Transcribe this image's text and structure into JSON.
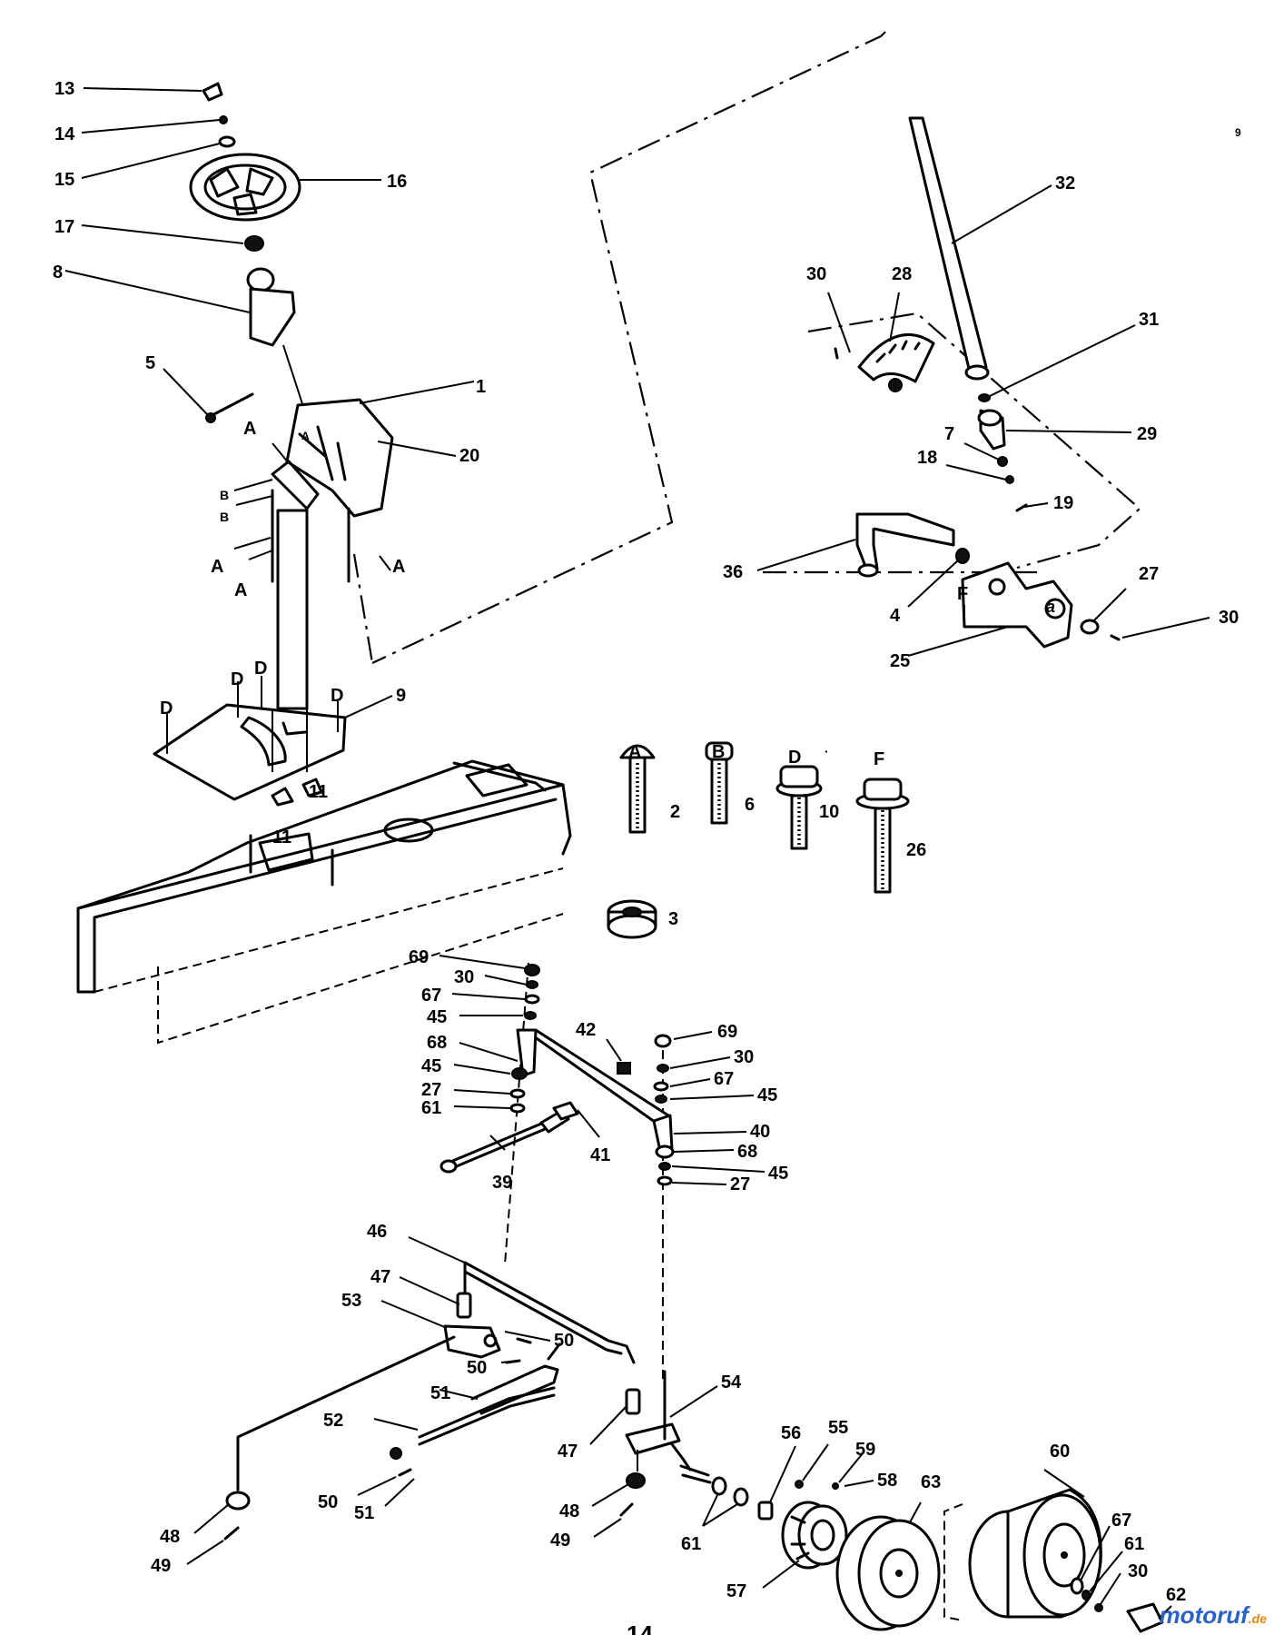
{
  "callouts": {
    "c13": "13",
    "c14": "14",
    "c15": "15",
    "c16": "16",
    "c17": "17",
    "c8": "8",
    "c5": "5",
    "c1": "1",
    "c20": "20",
    "c9": "9",
    "c11a": "11",
    "c11b": "11",
    "c32": "32",
    "c30a": "30",
    "c28": "28",
    "c31": "31",
    "c7": "7",
    "c29": "29",
    "c18": "18",
    "c19": "19",
    "c36": "36",
    "c4": "4",
    "c27a": "27",
    "c30b": "30",
    "c25": "25",
    "c2": "2",
    "c6": "6",
    "c10": "10",
    "c26": "26",
    "c3": "3",
    "c69a": "69",
    "c30c": "30",
    "c67a": "67",
    "c45a": "45",
    "c68a": "68",
    "c45b": "45",
    "c27b": "27",
    "c61a": "61",
    "c42": "42",
    "c69b": "69",
    "c30d": "30",
    "c67b": "67",
    "c45c": "45",
    "c41": "41",
    "c40": "40",
    "c68b": "68",
    "c45d": "45",
    "c27c": "27",
    "c39": "39",
    "c46": "46",
    "c47a": "47",
    "c53": "53",
    "c50a": "50",
    "c50b": "50",
    "c51a": "51",
    "c52": "52",
    "c50c": "50",
    "c51b": "51",
    "c48a": "48",
    "c49a": "49",
    "c54": "54",
    "c47b": "47",
    "c48b": "48",
    "c49b": "49",
    "c56": "56",
    "c55": "55",
    "c59": "59",
    "c58": "58",
    "c63": "63",
    "c60": "60",
    "c61b": "61",
    "c57": "57",
    "c67c": "67",
    "c61c": "61",
    "c30e": "30",
    "c62": "62"
  },
  "letters": {
    "a1": "A",
    "a2": "A",
    "a3": "A",
    "a4": "A",
    "a5": "A",
    "b1": "B",
    "b2": "B",
    "d1": "D",
    "d2": "D",
    "d3": "D",
    "d4": "D",
    "f1": "F",
    "a_small": "a"
  },
  "hardware_key": {
    "A": "A",
    "B": "B",
    "D": "D",
    "F": "F"
  },
  "page_number": "14",
  "corner_mark": "9",
  "watermark": {
    "main": "motoruf",
    "tld": ".de"
  }
}
